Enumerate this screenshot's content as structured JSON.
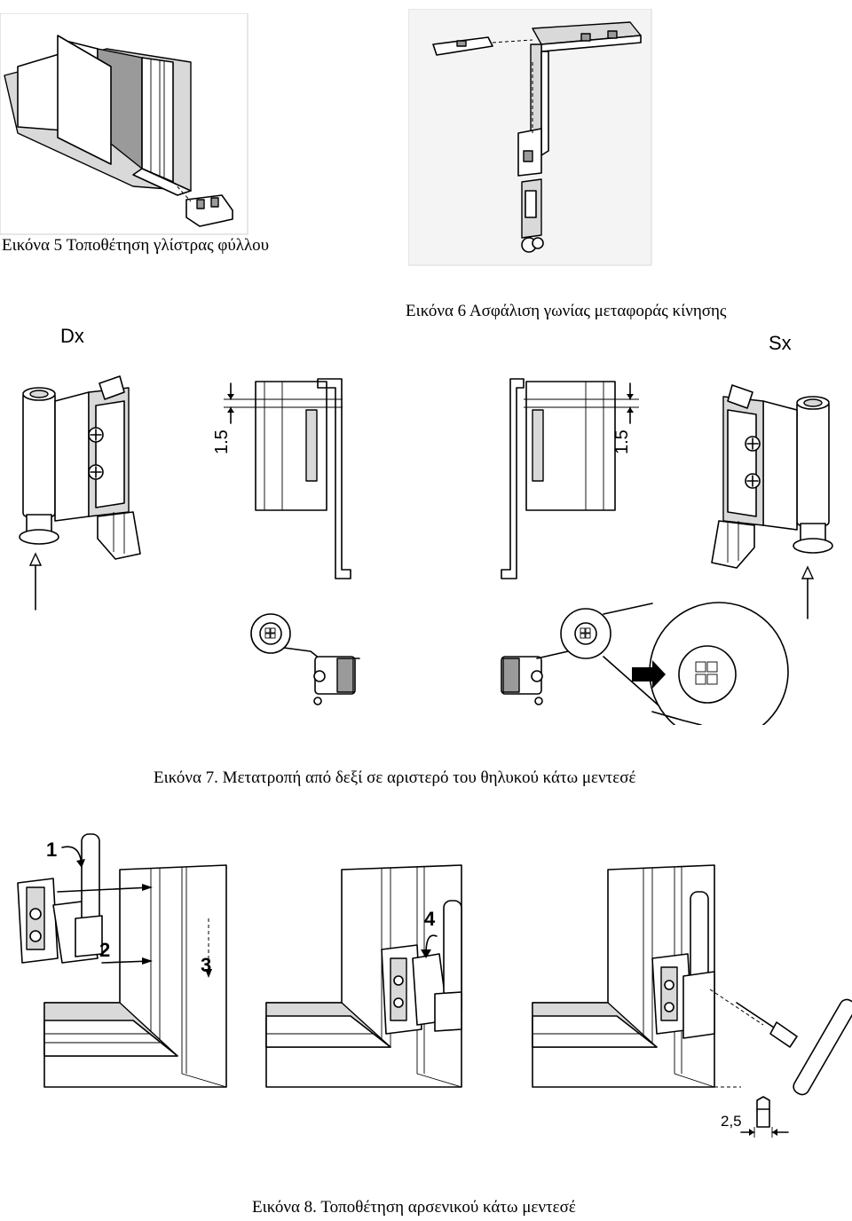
{
  "captions": {
    "fig5": "Εικόνα 5 Τοποθέτηση γλίστρας φύλλου",
    "fig6": "Εικόνα 6 Ασφάλιση γωνίας μεταφοράς κίνησης",
    "fig7": "Εικόνα 7. Μετατροπή από δεξί σε αριστερό του θηλυκού κάτω μεντεσέ",
    "fig8": "Εικόνα 8. Τοποθέτηση αρσενικού κάτω μεντεσέ"
  },
  "fig7_labels": {
    "dx": "Dx",
    "sx": "Sx",
    "dim_left": "1.5",
    "dim_right": "1.5"
  },
  "fig8_labels": {
    "step1": "1",
    "step2": "2",
    "step3": "3",
    "step4": "4",
    "hex_size": "2,5"
  }
}
